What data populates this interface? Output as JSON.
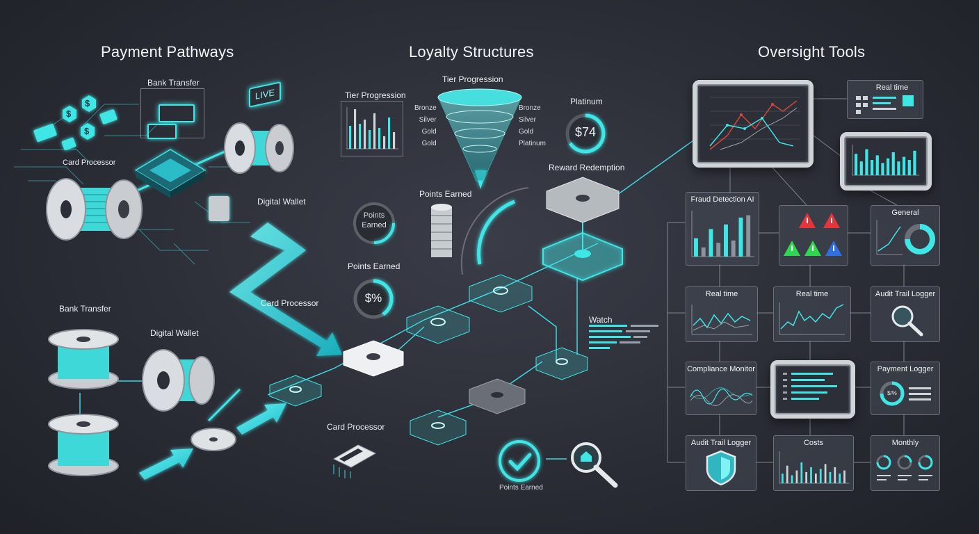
{
  "sections": {
    "payment": "Payment Pathways",
    "loyalty": "Loyalty Structures",
    "oversight": "Oversight Tools"
  },
  "payment": {
    "bank_transfer_top": "Bank Transfer",
    "live_badge": "LIVE",
    "card_processor_top": "Card Processor",
    "digital_wallet_right": "Digital Wallet",
    "card_processor_mid": "Card Processor",
    "bank_transfer_left": "Bank Transfer",
    "digital_wallet_bottom": "Digital Wallet",
    "card_processor_bottom": "Card Processor",
    "coin_symbol": "$"
  },
  "loyalty": {
    "tier_chart_title": "Tier Progression",
    "funnel_title": "Tier Progression",
    "funnel_left": [
      "Bronze",
      "Silver",
      "Gold",
      "Gold"
    ],
    "funnel_right": [
      "Bronze",
      "Silver",
      "Gold",
      "Platinum"
    ],
    "platinum_label": "Platinum",
    "platinum_value": "$74",
    "reward_redemption": "Reward Redemption",
    "points_earned_stack": "Points Earned",
    "points_earned_circle_line1": "Points",
    "points_earned_circle_line2": "Earned",
    "points_earned_gauge_title": "Points Earned",
    "gauge_value": "$%",
    "watch_label": "Watch",
    "points_earned_bottom": "Points Earned",
    "tier_bars": [
      0.55,
      0.95,
      0.6,
      0.7,
      0.45,
      0.85,
      0.5,
      0.3,
      0.75,
      0.4
    ]
  },
  "oversight": {
    "realtime_top": "Real time",
    "fraud_detection": "Fraud Detection AI",
    "general": "General",
    "realtime_left": "Real time",
    "realtime_mid": "Real time",
    "audit_trail_top": "Audit Trail Logger",
    "compliance_monitor": "Compliance Monitor",
    "payment_logger": "Payment Logger",
    "payment_logger_value": "$/%",
    "audit_trail_bottom": "Audit Trail Logger",
    "costs": "Costs",
    "monthly": "Monthly",
    "big_monitor_bars": [
      0.7,
      0.45,
      0.85,
      0.5,
      0.65,
      0.4,
      0.55,
      0.75,
      0.45,
      0.6,
      0.5,
      0.8
    ],
    "fraud_bars": [
      0.4,
      0.2,
      0.6,
      0.3,
      0.7,
      0.35,
      0.85,
      0.9
    ],
    "costs_bars": [
      0.3,
      0.55,
      0.25,
      0.4,
      0.65,
      0.35,
      0.5,
      0.3,
      0.45,
      0.6,
      0.35,
      0.5,
      0.3,
      0.4
    ]
  },
  "colors": {
    "accent": "#3fe6e6",
    "accent_glow": "#1fc9d4",
    "background": "#2b2d36",
    "alert_red": "#e6353a",
    "alert_green": "#2fd94f",
    "alert_blue": "#2f6fe0",
    "chart_red": "#d8473a"
  }
}
